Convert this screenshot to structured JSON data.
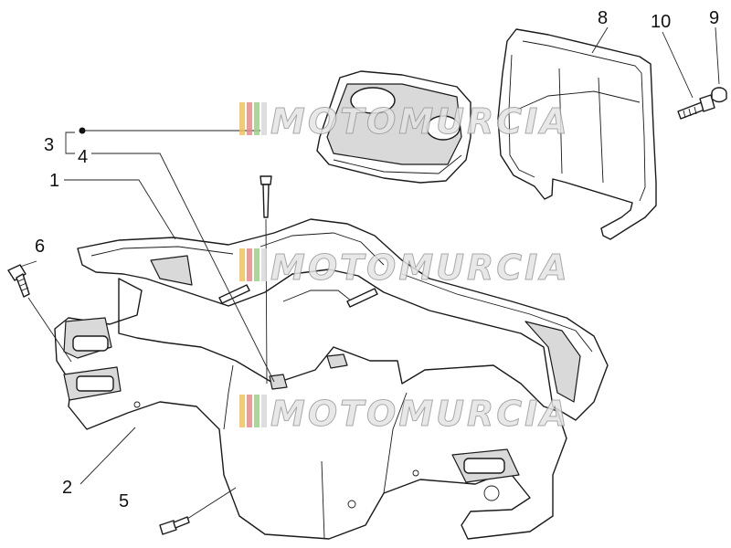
{
  "watermark": {
    "text": "MOTOMURCIA",
    "stripe_colors": [
      "#f2c25a",
      "#e98a8a",
      "#9fd08a",
      "#d9d9d9"
    ]
  },
  "callouts": {
    "c1": "1",
    "c2": "2",
    "c3": "3",
    "c4": "4",
    "c5": "5",
    "c6": "6",
    "c8": "8",
    "c9": "9",
    "c10": "10"
  }
}
